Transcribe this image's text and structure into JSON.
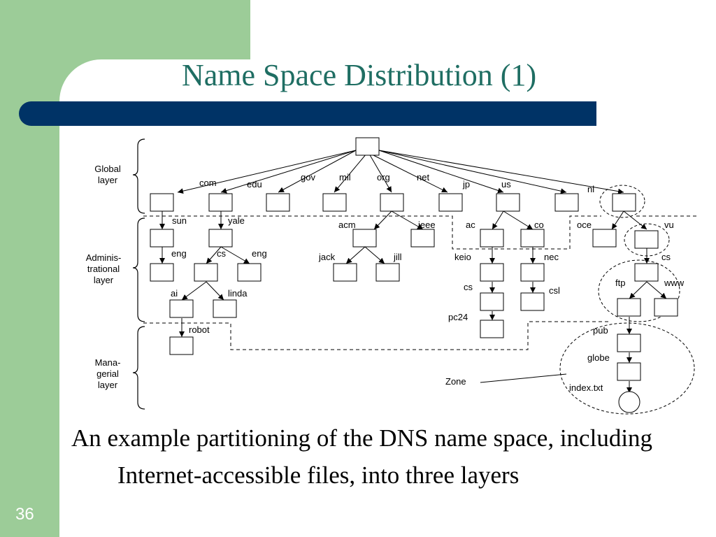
{
  "slide": {
    "title": "Name Space Distribution (1)",
    "caption": "An example partitioning of the DNS name space, including Internet-accessible files, into three layers",
    "page_number": "36"
  },
  "diagram": {
    "layers": {
      "global": [
        "Global",
        "layer"
      ],
      "admin": [
        "Adminis-",
        "trational",
        "layer"
      ],
      "managerial": [
        "Mana-",
        "gerial",
        "layer"
      ]
    },
    "edge_labels": {
      "com": "com",
      "edu": "edu",
      "gov": "gov",
      "mil": "mil",
      "org": "org",
      "net": "net",
      "jp": "jp",
      "us": "us",
      "nl": "nl",
      "sun": "sun",
      "yale": "yale",
      "eng1": "eng",
      "cs1": "cs",
      "eng2": "eng",
      "ai": "ai",
      "linda": "linda",
      "robot": "robot",
      "acm": "acm",
      "ieee": "ieee",
      "jack": "jack",
      "jill": "jill",
      "ac": "ac",
      "co": "co",
      "keio": "keio",
      "nec": "nec",
      "cs2": "cs",
      "csl": "csl",
      "pc24": "pc24",
      "oce": "oce",
      "vu": "vu",
      "cs3": "cs",
      "ftp": "ftp",
      "www": "www",
      "pub": "pub",
      "globe": "globe",
      "index": "index.txt"
    },
    "zone_label": "Zone"
  },
  "colors": {
    "green": "#9ccc98",
    "navy": "#003366",
    "title": "#1f6e63"
  }
}
